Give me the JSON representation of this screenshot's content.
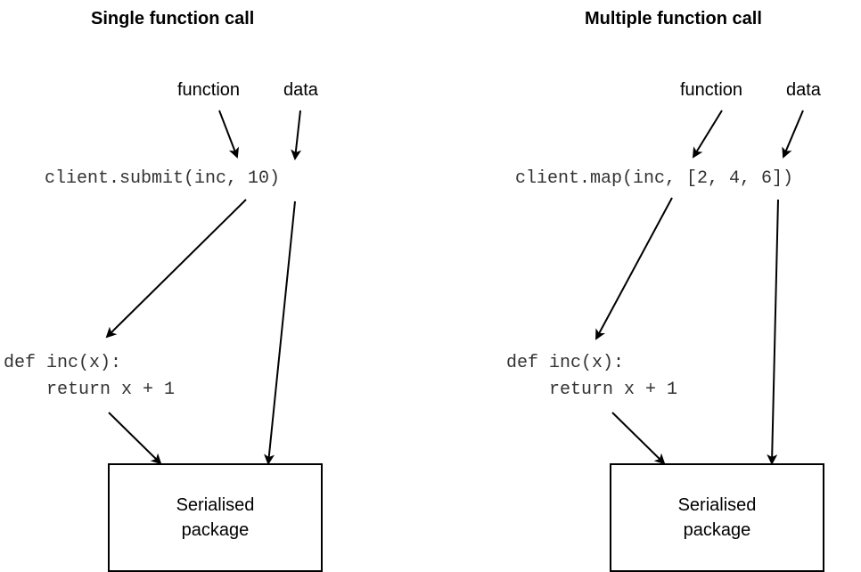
{
  "panels": [
    {
      "title": "Single function call",
      "label_function": "function",
      "label_data": "data",
      "call_code": "client.submit(inc, 10)",
      "def_line1": "def inc(x):",
      "def_line2": "    return x + 1",
      "box_line1": "Serialised",
      "box_line2": "package"
    },
    {
      "title": "Multiple function call",
      "label_function": "function",
      "label_data": "data",
      "call_code": "client.map(inc, [2, 4, 6])",
      "def_line1": "def inc(x):",
      "def_line2": "    return x + 1",
      "box_line1": "Serialised",
      "box_line2": "package"
    }
  ]
}
